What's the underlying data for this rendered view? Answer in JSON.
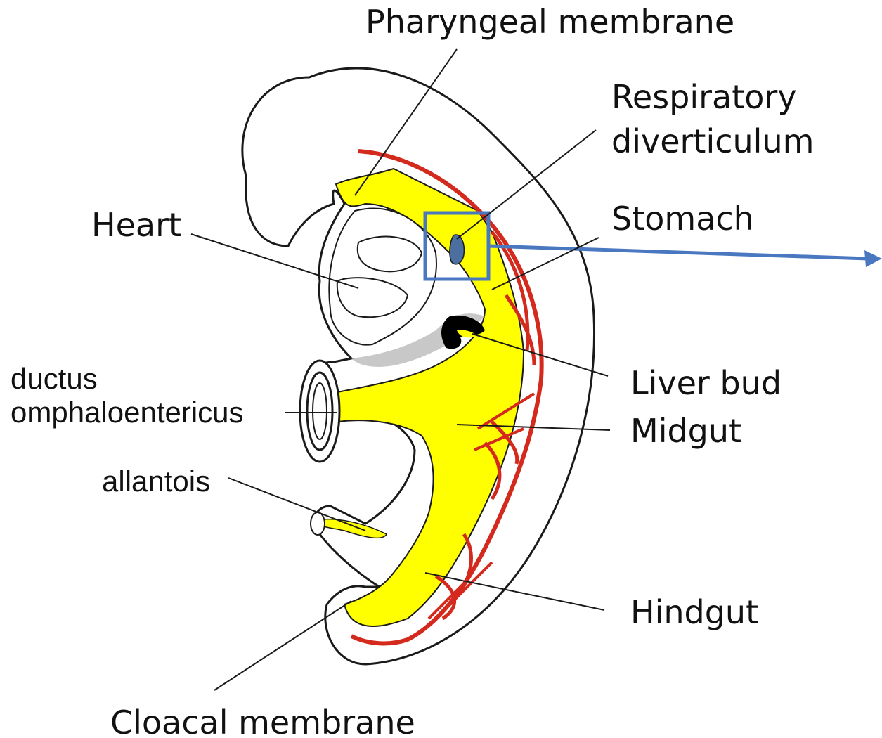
{
  "labels": {
    "pharyngeal_membrane": "Pharyngeal membrane",
    "respiratory_line1": "Respiratory",
    "respiratory_line2": "diverticulum",
    "heart": "Heart",
    "stomach": "Stomach",
    "ductus_line1": "ductus",
    "ductus_line2": "omphaloentericus",
    "liver_bud": "Liver bud",
    "midgut": "Midgut",
    "allantois": "allantois",
    "hindgut": "Hindgut",
    "cloacal_membrane": "Cloacal membrane"
  },
  "colors": {
    "gut": "#ffff00",
    "vessels": "#d42a1e",
    "outline": "#1a1a1a",
    "highlight_box": "#4a78c0",
    "respiratory_bud": "#4a6fa0",
    "liver": "#000000"
  }
}
